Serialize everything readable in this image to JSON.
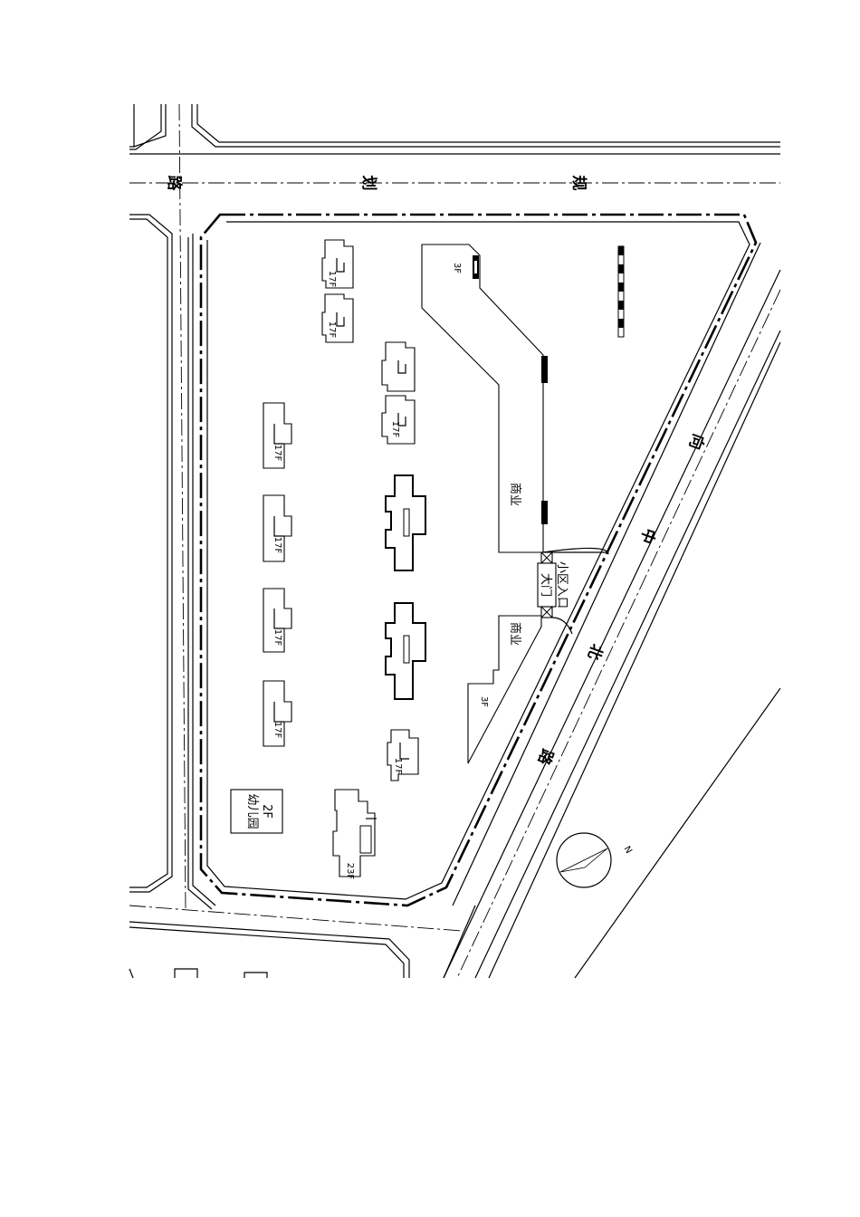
{
  "road_labels": {
    "top_1": "路",
    "top_2": "划",
    "top_3": "规",
    "diag_1": "向",
    "diag_2": "中",
    "diag_3": "北",
    "diag_4": "路"
  },
  "compass": {
    "north": "N"
  },
  "gate": {
    "entrance": "小区入口",
    "main_gate": "大门"
  },
  "commercial": {
    "upper_floors": "3F",
    "upper_use": "商业",
    "lower_use": "商业",
    "lower_floors": "3F"
  },
  "buildings": {
    "left_top_1": "17F",
    "left_top_2": "17F",
    "mid_pair_2": "17F",
    "left_col_1": "17F",
    "left_col_2": "17F",
    "left_col_3": "17F",
    "left_col_4": "17F",
    "mid_lower": "17F",
    "tower": "23F",
    "kindergarten_floors": "2F",
    "kindergarten": "幼儿园"
  }
}
